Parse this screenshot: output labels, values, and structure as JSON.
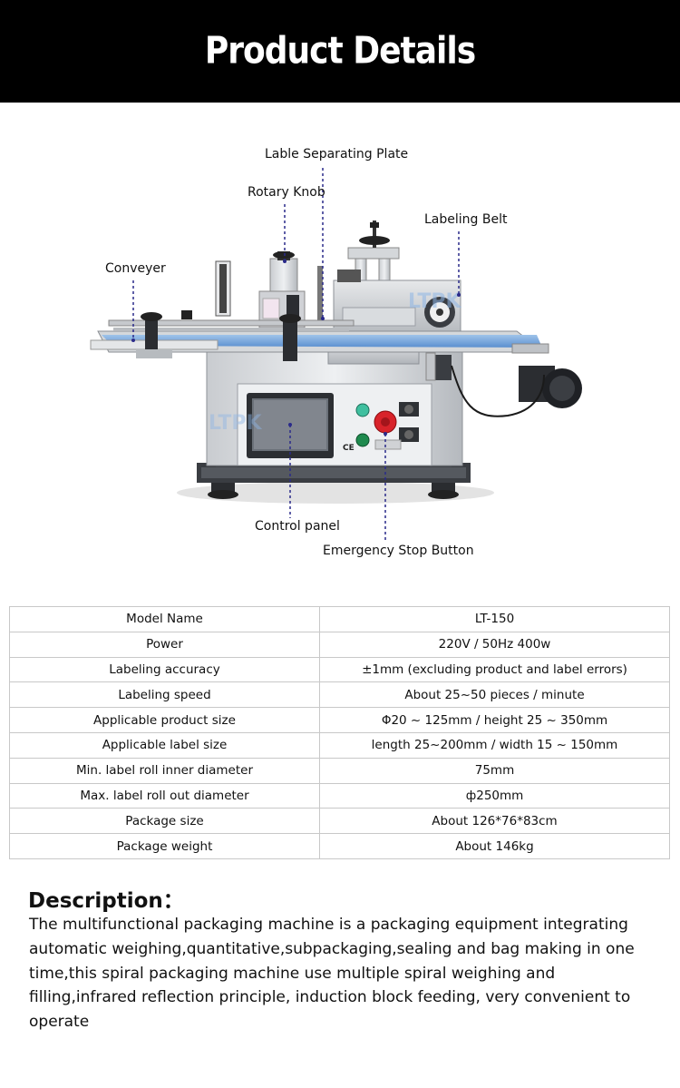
{
  "header": {
    "title": "Product Details"
  },
  "diagram": {
    "callouts": {
      "separating_plate": "Lable Separating Plate",
      "rotary_knob": "Rotary Knob",
      "labeling_belt": "Labeling Belt",
      "conveyer": "Conveyer",
      "control_panel": "Control panel",
      "emergency_stop": "Emergency Stop Button"
    },
    "watermark": "LTPK",
    "ce_mark": "CE"
  },
  "specs": [
    {
      "label": "Model Name",
      "value": "LT-150"
    },
    {
      "label": "Power",
      "value": "220V / 50Hz 400w"
    },
    {
      "label": "Labeling accuracy",
      "value": "±1mm (excluding product and label errors)"
    },
    {
      "label": "Labeling speed",
      "value": "About 25~50 pieces / minute"
    },
    {
      "label": "Applicable product size",
      "value": "Φ20 ~ 125mm / height 25 ~ 350mm"
    },
    {
      "label": "Applicable label size",
      "value": "length 25~200mm / width 15 ~ 150mm"
    },
    {
      "label": "Min. label roll inner diameter",
      "value": "75mm"
    },
    {
      "label": "Max. label roll out diameter",
      "value": "ф250mm"
    },
    {
      "label": "Package size",
      "value": "About 126*76*83cm"
    },
    {
      "label": "Package weight",
      "value": "About 146kg"
    }
  ],
  "description": {
    "title": "Description：",
    "body": "The multifunctional packaging machine is a packaging equipment integrating automatic weighing,quantitative,subpackaging,sealing and bag making in one time,this spiral packaging machine use multiple spiral weighing and filling,infrared reflection principle, induction block feeding, very convenient to operate"
  }
}
